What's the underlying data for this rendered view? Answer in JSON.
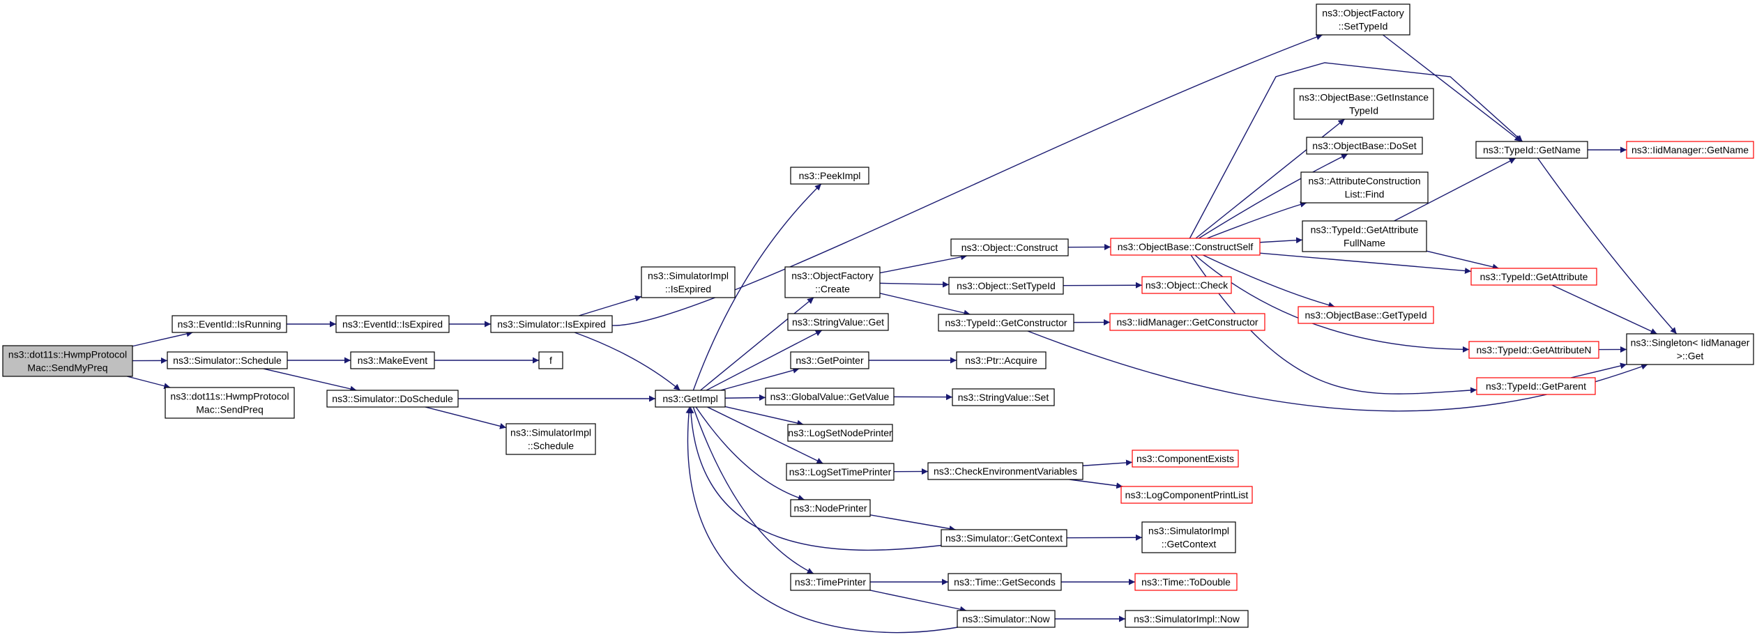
{
  "colors": {
    "edge": "#191970",
    "node_border": "#000000",
    "truncated_border": "#ff0000",
    "root_fill": "#bfbfbf",
    "node_fill": "#ffffff"
  },
  "nodes": [
    {
      "id": "n_root",
      "lines": [
        "ns3::dot11s::HwmpProtocol",
        "Mac::SendMyPreq"
      ],
      "style": "root"
    },
    {
      "id": "n_eventid_isrunning",
      "lines": [
        "ns3::EventId::IsRunning"
      ],
      "style": "normal"
    },
    {
      "id": "n_sim_schedule",
      "lines": [
        "ns3::Simulator::Schedule"
      ],
      "style": "normal"
    },
    {
      "id": "n_sendpreq",
      "lines": [
        "ns3::dot11s::HwmpProtocol",
        "Mac::SendPreq"
      ],
      "style": "normal"
    },
    {
      "id": "n_eventid_isexpired",
      "lines": [
        "ns3::EventId::IsExpired"
      ],
      "style": "normal"
    },
    {
      "id": "n_makeevent",
      "lines": [
        "ns3::MakeEvent"
      ],
      "style": "normal"
    },
    {
      "id": "n_sim_doschedule",
      "lines": [
        "ns3::Simulator::DoSchedule"
      ],
      "style": "normal"
    },
    {
      "id": "n_f",
      "lines": [
        "f"
      ],
      "style": "normal"
    },
    {
      "id": "n_sim_isexpired",
      "lines": [
        "ns3::Simulator::IsExpired"
      ],
      "style": "normal"
    },
    {
      "id": "n_simimpl_schedule",
      "lines": [
        "ns3::SimulatorImpl",
        "::Schedule"
      ],
      "style": "normal"
    },
    {
      "id": "n_simimpl_isexpired",
      "lines": [
        "ns3::SimulatorImpl",
        "::IsExpired"
      ],
      "style": "normal"
    },
    {
      "id": "n_getimpl",
      "lines": [
        "ns3::GetImpl"
      ],
      "style": "normal"
    },
    {
      "id": "n_peekimpl",
      "lines": [
        "ns3::PeekImpl"
      ],
      "style": "normal"
    },
    {
      "id": "n_objfactory_create",
      "lines": [
        "ns3::ObjectFactory",
        "::Create"
      ],
      "style": "normal"
    },
    {
      "id": "n_stringvalue_get",
      "lines": [
        "ns3::StringValue::Get"
      ],
      "style": "normal"
    },
    {
      "id": "n_getpointer",
      "lines": [
        "ns3::GetPointer"
      ],
      "style": "normal"
    },
    {
      "id": "n_globalvalue_getvalue",
      "lines": [
        "ns3::GlobalValue::GetValue"
      ],
      "style": "normal"
    },
    {
      "id": "n_logsetnodeprinter",
      "lines": [
        "ns3::LogSetNodePrinter"
      ],
      "style": "normal"
    },
    {
      "id": "n_logsettimeprinter",
      "lines": [
        "ns3::LogSetTimePrinter"
      ],
      "style": "normal"
    },
    {
      "id": "n_nodeprinter",
      "lines": [
        "ns3::NodePrinter"
      ],
      "style": "normal"
    },
    {
      "id": "n_timeprinter",
      "lines": [
        "ns3::TimePrinter"
      ],
      "style": "normal"
    },
    {
      "id": "n_object_construct",
      "lines": [
        "ns3::Object::Construct"
      ],
      "style": "normal"
    },
    {
      "id": "n_object_settypeid",
      "lines": [
        "ns3::Object::SetTypeId"
      ],
      "style": "normal"
    },
    {
      "id": "n_typeid_getconstructor",
      "lines": [
        "ns3::TypeId::GetConstructor"
      ],
      "style": "normal"
    },
    {
      "id": "n_ptr_acquire",
      "lines": [
        "ns3::Ptr::Acquire"
      ],
      "style": "normal"
    },
    {
      "id": "n_stringvalue_set",
      "lines": [
        "ns3::StringValue::Set"
      ],
      "style": "normal"
    },
    {
      "id": "n_checkenv",
      "lines": [
        "ns3::CheckEnvironmentVariables"
      ],
      "style": "normal"
    },
    {
      "id": "n_sim_getcontext",
      "lines": [
        "ns3::Simulator::GetContext"
      ],
      "style": "normal"
    },
    {
      "id": "n_time_getseconds",
      "lines": [
        "ns3::Time::GetSeconds"
      ],
      "style": "normal"
    },
    {
      "id": "n_sim_now",
      "lines": [
        "ns3::Simulator::Now"
      ],
      "style": "normal"
    },
    {
      "id": "n_objbase_constructself",
      "lines": [
        "ns3::ObjectBase::ConstructSelf"
      ],
      "style": "truncated"
    },
    {
      "id": "n_object_check",
      "lines": [
        "ns3::Object::Check"
      ],
      "style": "truncated"
    },
    {
      "id": "n_iidmanager_getconstructor",
      "lines": [
        "ns3::IidManager::GetConstructor"
      ],
      "style": "truncated"
    },
    {
      "id": "n_componentexists",
      "lines": [
        "ns3::ComponentExists"
      ],
      "style": "truncated"
    },
    {
      "id": "n_logcomponentprintlist",
      "lines": [
        "ns3::LogComponentPrintList"
      ],
      "style": "truncated"
    },
    {
      "id": "n_simimpl_getcontext",
      "lines": [
        "ns3::SimulatorImpl",
        "::GetContext"
      ],
      "style": "normal"
    },
    {
      "id": "n_time_todouble",
      "lines": [
        "ns3::Time::ToDouble"
      ],
      "style": "truncated"
    },
    {
      "id": "n_simimpl_now",
      "lines": [
        "ns3::SimulatorImpl::Now"
      ],
      "style": "normal"
    },
    {
      "id": "n_objfactory_settypeid",
      "lines": [
        "ns3::ObjectFactory",
        "::SetTypeId"
      ],
      "style": "normal"
    },
    {
      "id": "n_objbase_getinstancetypeid",
      "lines": [
        "ns3::ObjectBase::GetInstance",
        "TypeId"
      ],
      "style": "normal"
    },
    {
      "id": "n_objbase_doset",
      "lines": [
        "ns3::ObjectBase::DoSet"
      ],
      "style": "normal"
    },
    {
      "id": "n_attrconstructionlist_find",
      "lines": [
        "ns3::AttributeConstruction",
        "List::Find"
      ],
      "style": "normal"
    },
    {
      "id": "n_typeid_getattributefullname",
      "lines": [
        "ns3::TypeId::GetAttribute",
        "FullName"
      ],
      "style": "normal"
    },
    {
      "id": "n_objbase_gettypeid",
      "lines": [
        "ns3::ObjectBase::GetTypeId"
      ],
      "style": "truncated"
    },
    {
      "id": "n_typeid_getname",
      "lines": [
        "ns3::TypeId::GetName"
      ],
      "style": "normal"
    },
    {
      "id": "n_typeid_getattribute",
      "lines": [
        "ns3::TypeId::GetAttribute"
      ],
      "style": "truncated"
    },
    {
      "id": "n_typeid_getattributen",
      "lines": [
        "ns3::TypeId::GetAttributeN"
      ],
      "style": "truncated"
    },
    {
      "id": "n_typeid_getparent",
      "lines": [
        "ns3::TypeId::GetParent"
      ],
      "style": "truncated"
    },
    {
      "id": "n_iidmanager_getname",
      "lines": [
        "ns3::IidManager::GetName"
      ],
      "style": "truncated"
    },
    {
      "id": "n_singleton_get",
      "lines": [
        "ns3::Singleton< IidManager",
        " >::Get"
      ],
      "style": "normal"
    }
  ],
  "edges": [
    [
      "n_root",
      "n_eventid_isrunning"
    ],
    [
      "n_root",
      "n_sim_schedule"
    ],
    [
      "n_root",
      "n_sendpreq"
    ],
    [
      "n_eventid_isrunning",
      "n_eventid_isexpired"
    ],
    [
      "n_eventid_isexpired",
      "n_sim_isexpired"
    ],
    [
      "n_sim_isexpired",
      "n_simimpl_isexpired"
    ],
    [
      "n_sim_isexpired",
      "n_getimpl"
    ],
    [
      "n_sim_isexpired",
      "n_objfactory_settypeid"
    ],
    [
      "n_sim_schedule",
      "n_makeevent"
    ],
    [
      "n_sim_schedule",
      "n_sim_doschedule"
    ],
    [
      "n_makeevent",
      "n_f"
    ],
    [
      "n_sim_doschedule",
      "n_getimpl"
    ],
    [
      "n_sim_doschedule",
      "n_simimpl_schedule"
    ],
    [
      "n_getimpl",
      "n_peekimpl"
    ],
    [
      "n_getimpl",
      "n_objfactory_create"
    ],
    [
      "n_getimpl",
      "n_stringvalue_get"
    ],
    [
      "n_getimpl",
      "n_getpointer"
    ],
    [
      "n_getimpl",
      "n_globalvalue_getvalue"
    ],
    [
      "n_getimpl",
      "n_logsetnodeprinter"
    ],
    [
      "n_getimpl",
      "n_logsettimeprinter"
    ],
    [
      "n_getimpl",
      "n_nodeprinter"
    ],
    [
      "n_getimpl",
      "n_timeprinter"
    ],
    [
      "n_objfactory_create",
      "n_object_construct"
    ],
    [
      "n_objfactory_create",
      "n_object_settypeid"
    ],
    [
      "n_objfactory_create",
      "n_typeid_getconstructor"
    ],
    [
      "n_getpointer",
      "n_ptr_acquire"
    ],
    [
      "n_globalvalue_getvalue",
      "n_stringvalue_set"
    ],
    [
      "n_logsettimeprinter",
      "n_checkenv"
    ],
    [
      "n_nodeprinter",
      "n_sim_getcontext"
    ],
    [
      "n_timeprinter",
      "n_time_getseconds"
    ],
    [
      "n_timeprinter",
      "n_sim_now"
    ],
    [
      "n_object_construct",
      "n_objbase_constructself"
    ],
    [
      "n_object_settypeid",
      "n_object_check"
    ],
    [
      "n_typeid_getconstructor",
      "n_iidmanager_getconstructor"
    ],
    [
      "n_typeid_getconstructor",
      "n_singleton_get"
    ],
    [
      "n_checkenv",
      "n_componentexists"
    ],
    [
      "n_checkenv",
      "n_logcomponentprintlist"
    ],
    [
      "n_sim_getcontext",
      "n_simimpl_getcontext"
    ],
    [
      "n_sim_getcontext",
      "n_getimpl"
    ],
    [
      "n_time_getseconds",
      "n_time_todouble"
    ],
    [
      "n_sim_now",
      "n_simimpl_now"
    ],
    [
      "n_sim_now",
      "n_getimpl"
    ],
    [
      "n_objbase_constructself",
      "n_objbase_getinstancetypeid"
    ],
    [
      "n_objbase_constructself",
      "n_objbase_doset"
    ],
    [
      "n_objbase_constructself",
      "n_attrconstructionlist_find"
    ],
    [
      "n_objbase_constructself",
      "n_typeid_getattributefullname"
    ],
    [
      "n_objbase_constructself",
      "n_objbase_gettypeid"
    ],
    [
      "n_objbase_constructself",
      "n_typeid_getattribute"
    ],
    [
      "n_objbase_constructself",
      "n_typeid_getattributen"
    ],
    [
      "n_objbase_constructself",
      "n_typeid_getparent"
    ],
    [
      "n_objbase_constructself",
      "n_typeid_getname"
    ],
    [
      "n_objfactory_settypeid",
      "n_typeid_getname"
    ],
    [
      "n_typeid_getattributefullname",
      "n_typeid_getname"
    ],
    [
      "n_typeid_getattributefullname",
      "n_typeid_getattribute"
    ],
    [
      "n_typeid_getname",
      "n_iidmanager_getname"
    ],
    [
      "n_typeid_getname",
      "n_singleton_get"
    ],
    [
      "n_typeid_getattribute",
      "n_singleton_get"
    ],
    [
      "n_typeid_getattributen",
      "n_singleton_get"
    ],
    [
      "n_typeid_getparent",
      "n_singleton_get"
    ]
  ]
}
